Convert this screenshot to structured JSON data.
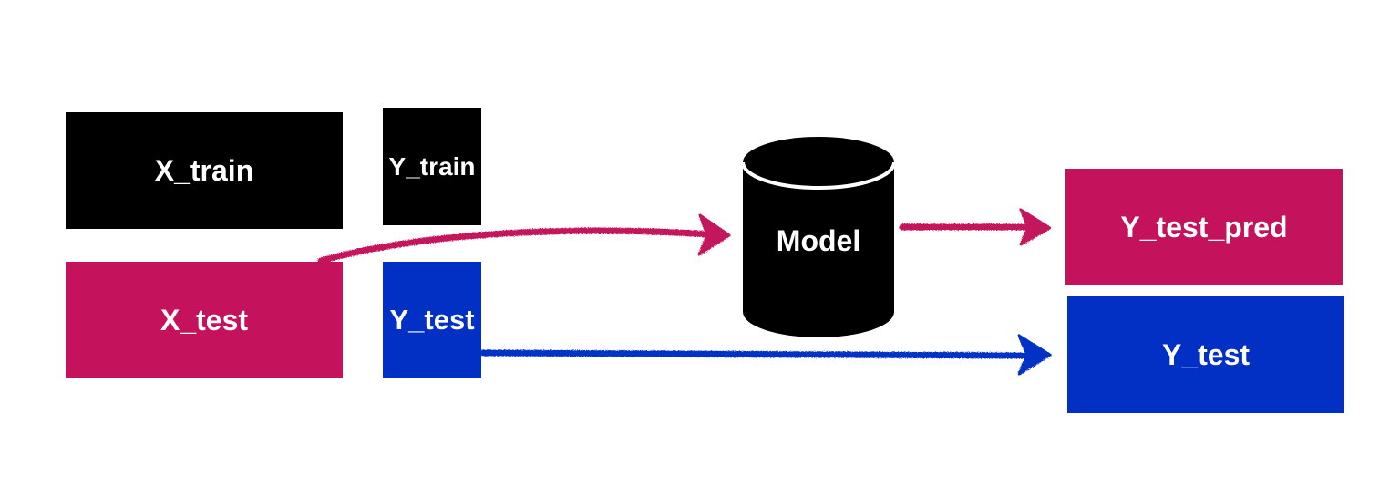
{
  "colors": {
    "black": "#000000",
    "magenta": "#c4135c",
    "blue": "#0230c5",
    "text": "#ffffff"
  },
  "boxes": {
    "x_train": "X_train",
    "y_train": "Y_train",
    "x_test": "X_test",
    "y_test_left": "Y_test",
    "y_test_pred": "Y_test_pred",
    "y_test_right": "Y_test"
  },
  "model": {
    "label": "Model"
  }
}
